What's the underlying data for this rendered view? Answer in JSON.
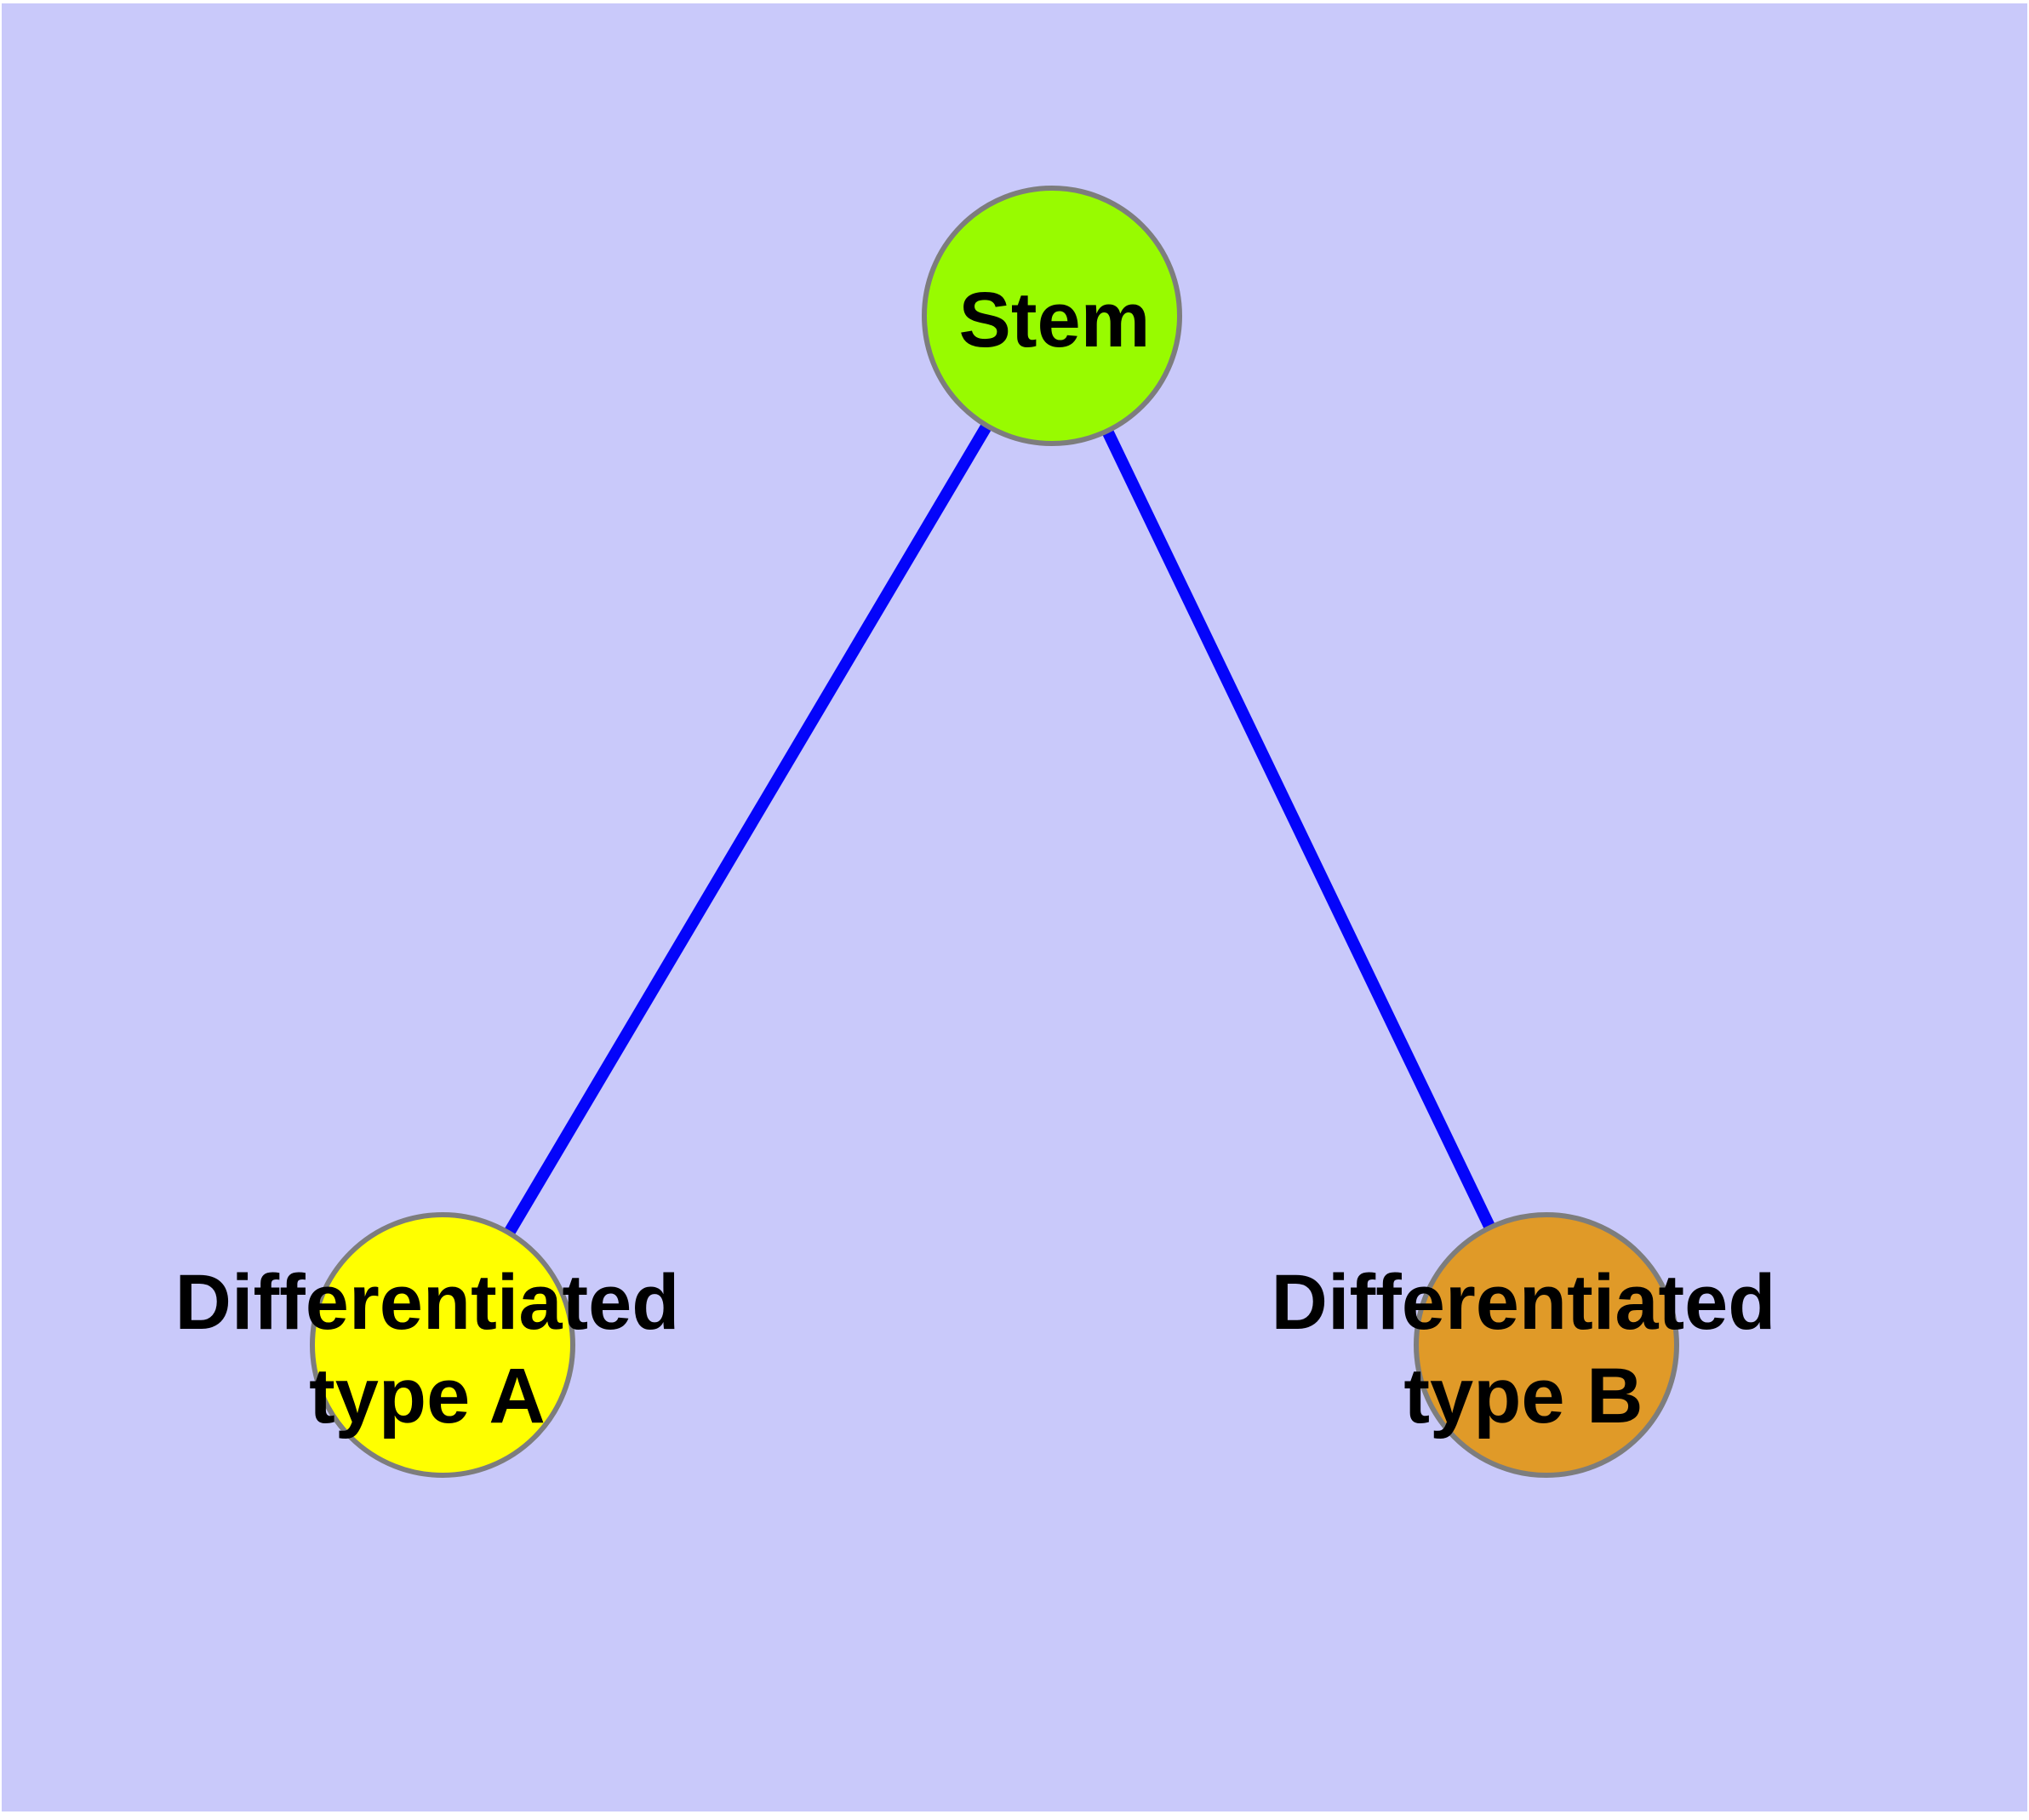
{
  "diagram": {
    "type": "node-link-graph",
    "background_color": "#C9C9FA",
    "margin_color": "#FFFFFF",
    "edge_color": "#0404FA",
    "node_border_color": "#7D7D7D",
    "text_color": "#000000"
  },
  "nodes": {
    "stem": {
      "label": "Stem",
      "fill": "#98FB00"
    },
    "diff_a": {
      "label_line1": "Differentiated",
      "label_line2": "type A",
      "fill": "#FFFF00"
    },
    "diff_b": {
      "label_line1": "Differentiated",
      "label_line2": "type B",
      "fill": "#E09A28"
    }
  },
  "edges": [
    {
      "from": "Stem",
      "to": "Differentiated type A"
    },
    {
      "from": "Stem",
      "to": "Differentiated type B"
    }
  ]
}
